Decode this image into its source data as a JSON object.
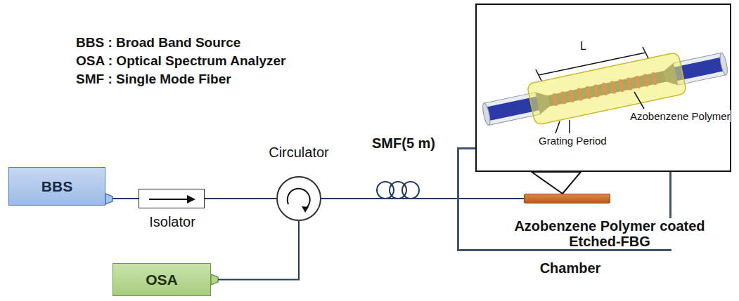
{
  "diagram": {
    "nodes": [
      {
        "text": [
          "BBS"
        ]
      },
      {
        "text": [
          "Isolator"
        ]
      },
      {
        "text": [
          "Circulator"
        ]
      },
      {
        "text": [
          "OSA"
        ]
      },
      {
        "text": [
          "SMF(5 m)"
        ]
      },
      {
        "text": [
          "Chamber"
        ]
      },
      {
        "text": [
          "Azobenzene Polymer coated Etched-FBG"
        ],
        "in": 5
      },
      {
        "text": [
          "L",
          "Azobenzene Polymer",
          "Grating Period"
        ]
      }
    ],
    "edges": [
      {
        "from": 0,
        "to": 1,
        "arrow": "none"
      },
      {
        "from": 1,
        "to": 2,
        "arrow": "none"
      },
      {
        "from": 2,
        "to": 4,
        "arrow": "none"
      },
      {
        "from": 4,
        "to": 6,
        "arrow": "none"
      },
      {
        "from": 2,
        "to": 3,
        "arrow": "none"
      },
      {
        "from": 7,
        "to": 6,
        "arrow": "none"
      }
    ],
    "labels": [
      "BBS : Broad Band Source",
      "OSA : Optical Spectrum Analyzer",
      "SMF : Single Mode Fiber"
    ]
  }
}
